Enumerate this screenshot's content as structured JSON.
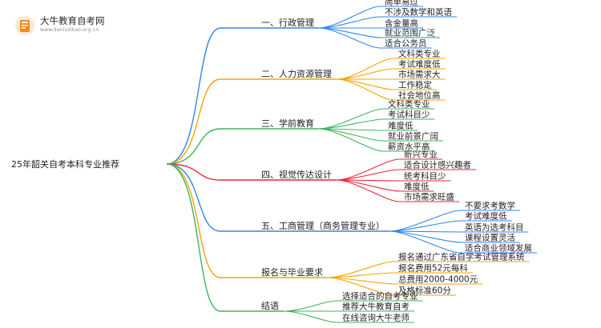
{
  "logo": {
    "name": "大牛教育自考网",
    "url": "www.daniuzikao.org.cn"
  },
  "mindmap": {
    "root": "25年韶关自考本科专业推荐",
    "branches": [
      {
        "label": "一、行政管理",
        "color": "#2f86f0",
        "children": [
          "简单易过",
          "不涉及数学和英语",
          "含金量高",
          "就业范围广泛",
          "适合公务员"
        ]
      },
      {
        "label": "二、人力资源管理",
        "color": "#f5a400",
        "children": [
          "文科类专业",
          "考试难度低",
          "市场需求大",
          "工作稳定",
          "社会地位高"
        ]
      },
      {
        "label": "三、学前教育",
        "color": "#3cb55a",
        "children": [
          "文科类专业",
          "考试科目少",
          "难度低",
          "就业前景广阔",
          "薪资水平高"
        ]
      },
      {
        "label": "四、视觉传达设计",
        "color": "#e8273a",
        "children": [
          "新兴专业",
          "适合设计感兴趣者",
          "统考科目少",
          "难度低",
          "市场需求旺盛"
        ]
      },
      {
        "label": "五、工商管理（商务管理专业）",
        "color": "#2f86f0",
        "children": [
          "不要求考数学",
          "考试难度低",
          "英语为选考科目",
          "课程设置灵活",
          "适合商业领域发展"
        ]
      },
      {
        "label": "报名与毕业要求",
        "color": "#f5a400",
        "children": [
          "报名通过广东省自学考试管理系统",
          "报名费用52元每科",
          "总费用2000-4000元",
          "及格标准60分"
        ]
      },
      {
        "label": "结语",
        "color": "#3cb55a",
        "children": [
          "选择适合的自考专业",
          "推荐大牛教育自考",
          "在线咨询大牛老师"
        ]
      }
    ]
  }
}
